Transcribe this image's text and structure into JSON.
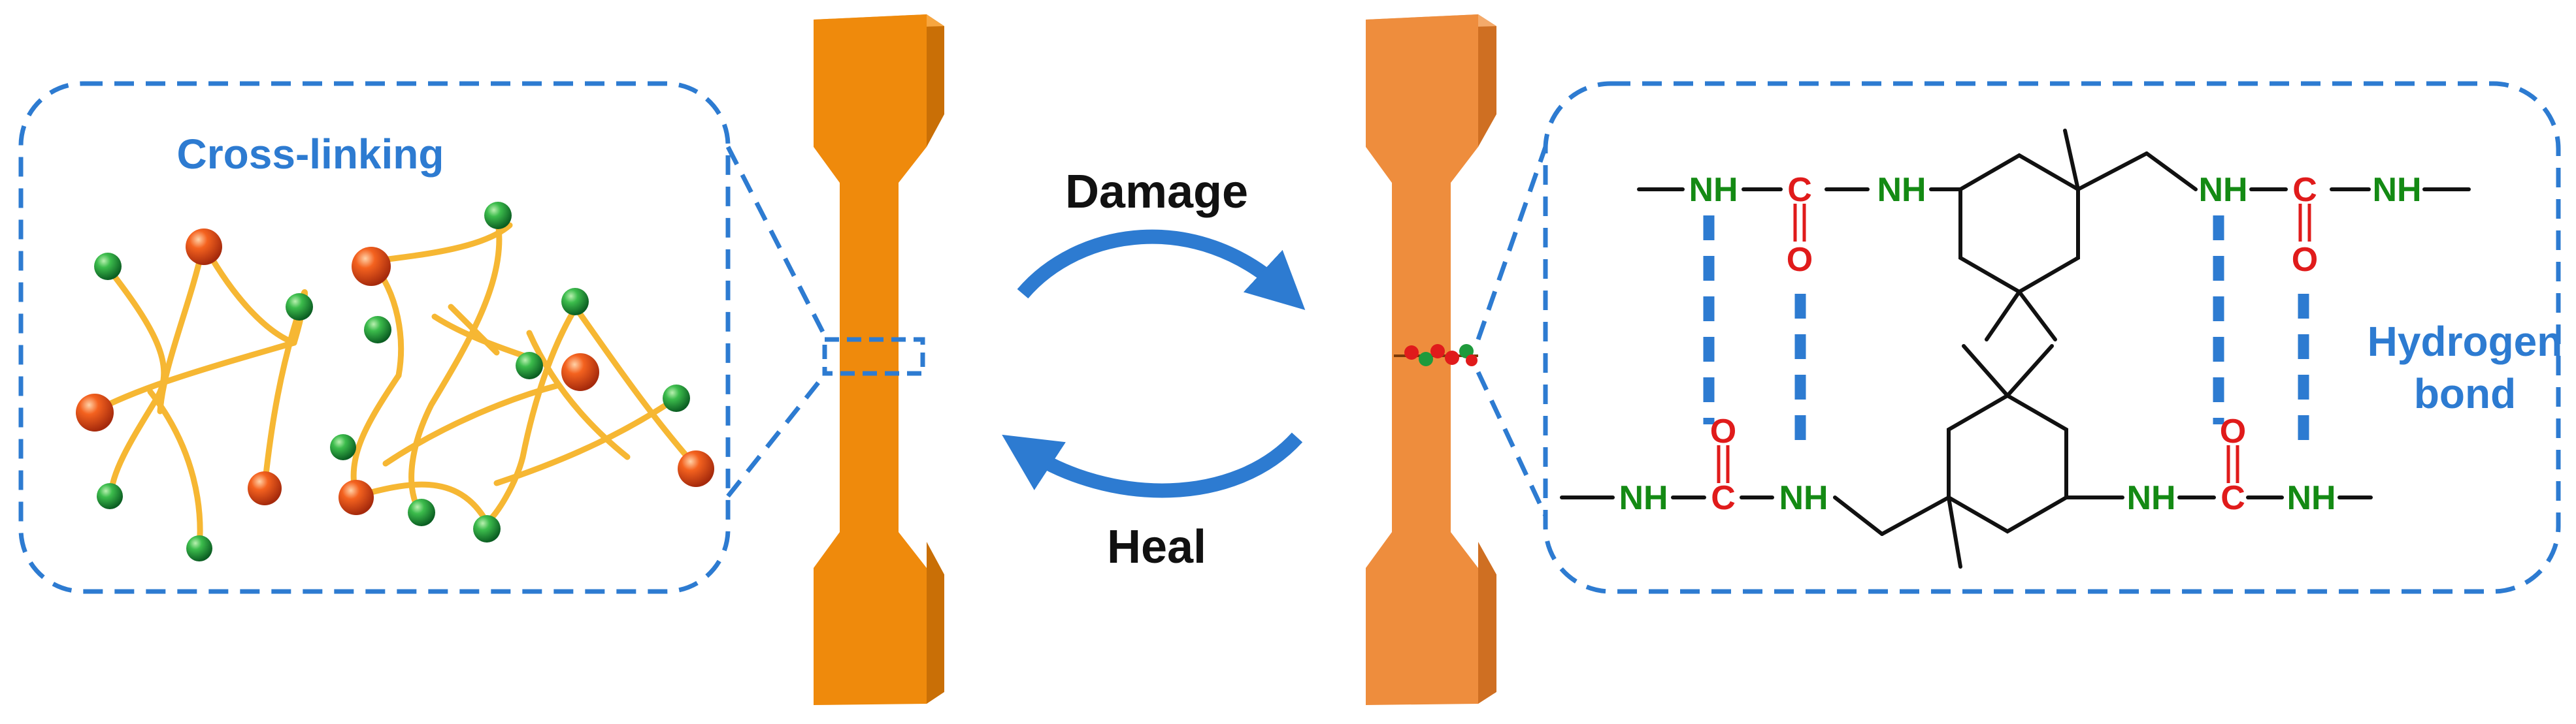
{
  "labels": {
    "cross_linking": "Cross-linking",
    "damage": "Damage",
    "heal": "Heal",
    "hydrogen_bond_line1": "Hydrogen",
    "hydrogen_bond_line2": "bond"
  },
  "chemistry": {
    "nh": "NH",
    "c": "C",
    "o": "O"
  },
  "colors": {
    "accent_blue": "#2d7bd1",
    "specimen_intact": "#ef8a0c",
    "specimen_healed": "#ee8d3d",
    "nh_green": "#148a14",
    "carbonyl_red": "#e01b1b",
    "chain_yellow": "#f6b733",
    "node_green": "#1f9a3c",
    "node_red": "#e0401c"
  }
}
